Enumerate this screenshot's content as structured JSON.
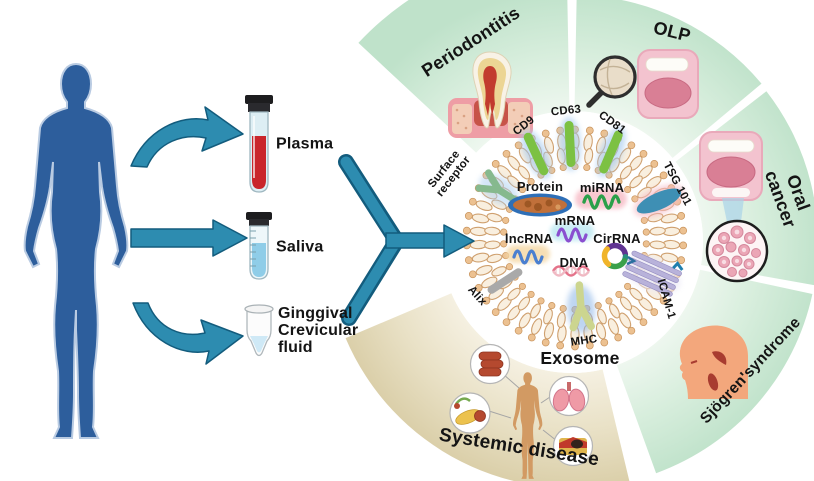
{
  "palette": {
    "arrow_teal": "#2d8cb0",
    "arrow_edge": "#135c7d",
    "segment_green_inner": "#eef7ef",
    "segment_green_outer": "#bfe2ca",
    "segment_tan_inner": "#f5f0e1",
    "segment_tan_outer": "#d9cda6",
    "body_blue": "#2d5e9c",
    "small_body_tan": "#d29a63",
    "membrane_tan": "#d9a575",
    "marker_green": "#7cc143",
    "tsg_blue": "#3e8fb4",
    "icam_lavender": "#b8b2da",
    "mhc_khaki": "#ccd58f",
    "alix_gray": "#a9a9a9",
    "plasma_red": "#c9252b",
    "saliva_blue": "#8fcde8",
    "face_salmon": "#f3a77c"
  },
  "source": {
    "fluids": [
      {
        "label": "Plasma"
      },
      {
        "label": "Saliva"
      },
      {
        "label": "Ginggival\nCrevicular\nfluid"
      }
    ]
  },
  "exosome": {
    "label": "Exosome",
    "markers": [
      {
        "label": "CD9"
      },
      {
        "label": "CD63"
      },
      {
        "label": "CD81"
      },
      {
        "label": "TSG 101"
      },
      {
        "label": "ICAM-1"
      },
      {
        "label": "MHC"
      },
      {
        "label": "Alix"
      },
      {
        "label": "Surface\nreceptor"
      }
    ],
    "cargo": [
      {
        "label": "Protein"
      },
      {
        "label": "miRNA"
      },
      {
        "label": "mRNA"
      },
      {
        "label": "lncRNA"
      },
      {
        "label": "CirRNA"
      },
      {
        "label": "DNA"
      }
    ]
  },
  "diseases": [
    {
      "label": "Periodontitis"
    },
    {
      "label": "OLP"
    },
    {
      "label": "Oral cancer"
    },
    {
      "label": "Sjögren'syndrome"
    },
    {
      "label": "Systemic disease"
    }
  ]
}
